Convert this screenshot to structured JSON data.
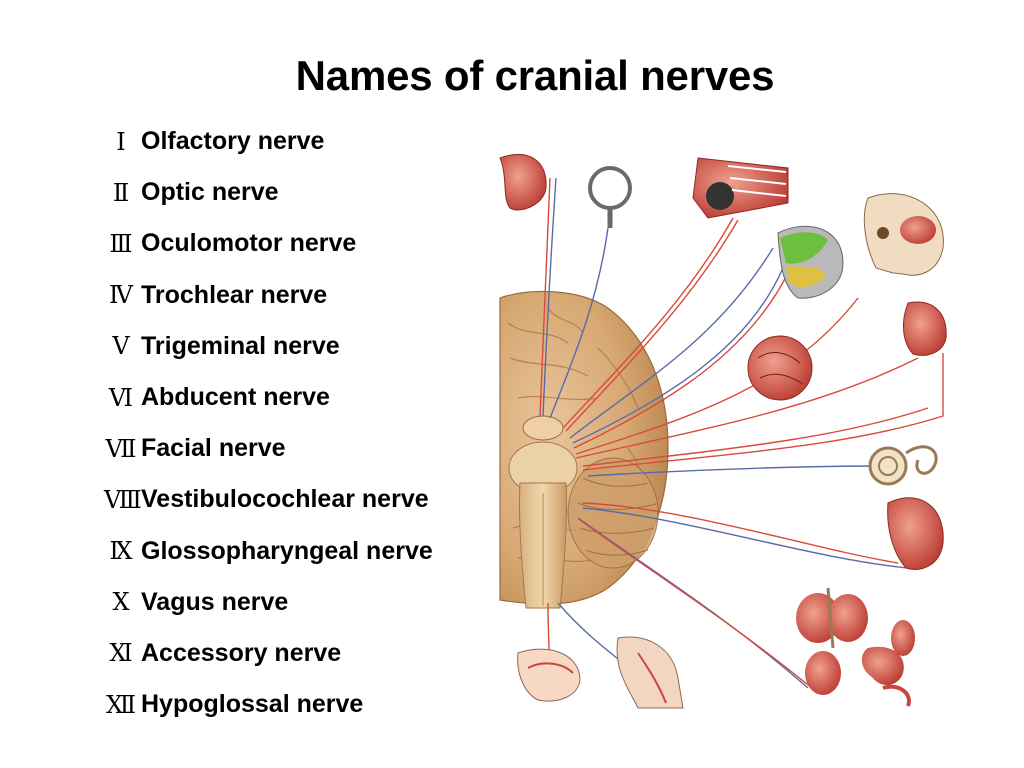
{
  "title": "Names of cranial nerves",
  "nerves": [
    {
      "numeral": "Ⅰ",
      "name": "Olfactory nerve"
    },
    {
      "numeral": "Ⅱ",
      "name": "Optic nerve"
    },
    {
      "numeral": "Ⅲ",
      "name": "Oculomotor nerve"
    },
    {
      "numeral": "Ⅳ",
      "name": "Trochlear nerve"
    },
    {
      "numeral": "Ⅴ",
      "name": "Trigeminal nerve"
    },
    {
      "numeral": "Ⅵ",
      "name": "Abducent nerve"
    },
    {
      "numeral": "Ⅶ",
      "name": "Facial nerve"
    },
    {
      "numeral": "Ⅷ",
      "name": "Vestibulocochlear nerve"
    },
    {
      "numeral": "Ⅸ",
      "name": "Glossopharyngeal nerve"
    },
    {
      "numeral": "Ⅹ",
      "name": "Vagus nerve"
    },
    {
      "numeral": "Ⅺ",
      "name": "Accessory nerve"
    },
    {
      "numeral": "Ⅻ",
      "name": "Hypoglossal nerve"
    }
  ],
  "colors": {
    "nerve_red": "#d94a3a",
    "nerve_blue": "#5a6aa8",
    "brain": "#d9b07c",
    "brainstem": "#e8c79a",
    "tissue": "#c9463d"
  }
}
